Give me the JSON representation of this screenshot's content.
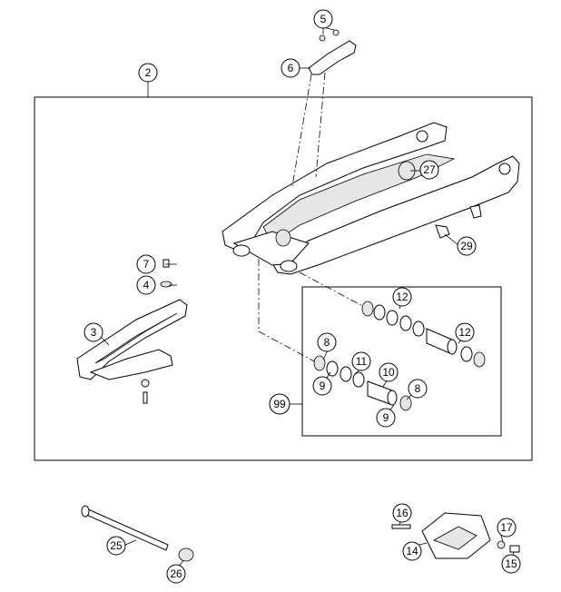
{
  "diagram": {
    "callouts": {
      "c2": "2",
      "c3": "3",
      "c4": "4",
      "c5": "5",
      "c6": "6",
      "c7": "7",
      "c8a": "8",
      "c8b": "8",
      "c9a": "9",
      "c9b": "9",
      "c10": "10",
      "c11": "11",
      "c12a": "12",
      "c12b": "12",
      "c14": "14",
      "c15": "15",
      "c16": "16",
      "c17": "17",
      "c25": "25",
      "c26": "26",
      "c27": "27",
      "c29": "29",
      "c99": "99"
    }
  }
}
